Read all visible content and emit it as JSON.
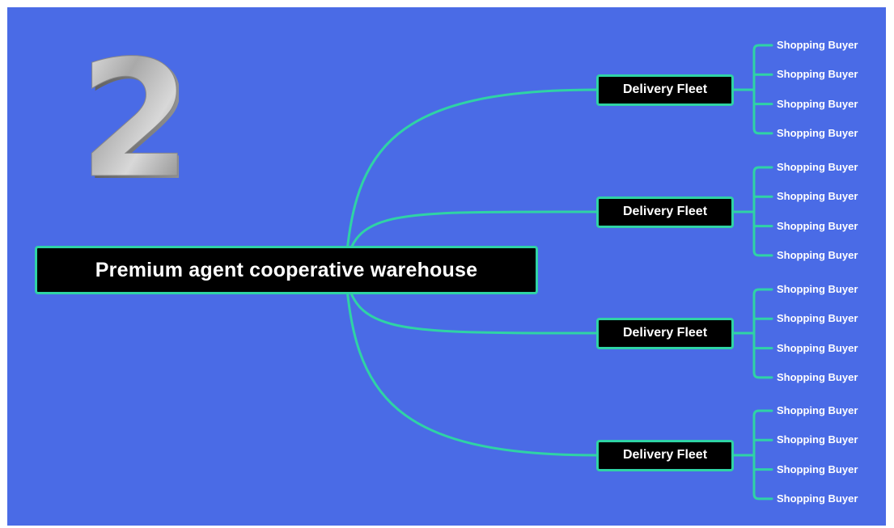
{
  "colors": {
    "background": "#4a6be6",
    "connector": "#2fd3a5",
    "node_fill": "#000000",
    "text": "#ffffff"
  },
  "badge": {
    "text": "2",
    "icon": "metal-number-two"
  },
  "root": {
    "label": "Premium agent cooperative warehouse"
  },
  "branches": [
    {
      "label": "Delivery Fleet",
      "children": [
        "Shopping Buyer",
        "Shopping Buyer",
        "Shopping Buyer",
        "Shopping Buyer"
      ]
    },
    {
      "label": "Delivery Fleet",
      "children": [
        "Shopping Buyer",
        "Shopping Buyer",
        "Shopping Buyer",
        "Shopping Buyer"
      ]
    },
    {
      "label": "Delivery Fleet",
      "children": [
        "Shopping Buyer",
        "Shopping Buyer",
        "Shopping Buyer",
        "Shopping Buyer"
      ]
    },
    {
      "label": "Delivery Fleet",
      "children": [
        "Shopping Buyer",
        "Shopping Buyer",
        "Shopping Buyer",
        "Shopping Buyer"
      ]
    }
  ]
}
